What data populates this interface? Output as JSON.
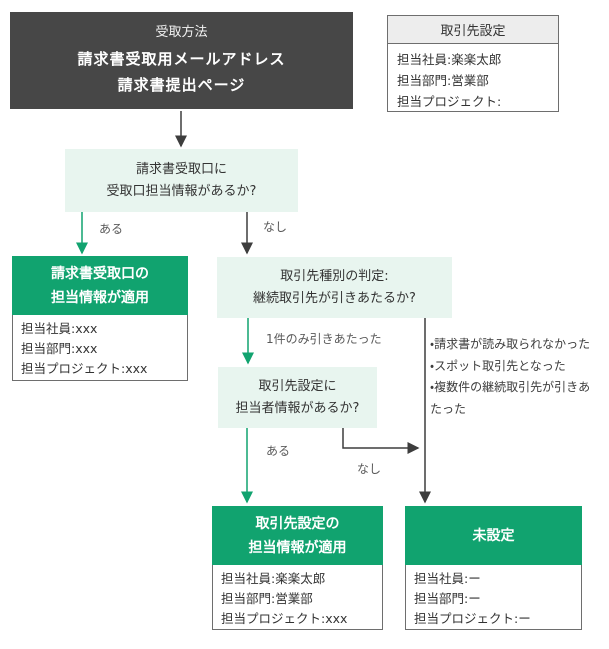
{
  "colors": {
    "green": "#11A36F",
    "mint": "#E8F5EF",
    "dark_box": "#474747",
    "gray_header": "#EDEDED",
    "line_dark": "#3D3D3D",
    "text": "#333333",
    "label": "#595959",
    "border": "#6E6E6E"
  },
  "start": {
    "subtitle": "受取方法",
    "title_line1": "請求書受取用メールアドレス",
    "title_line2": "請求書提出ページ"
  },
  "partner_settings": {
    "title": "取引先設定",
    "rows": [
      "担当社員:楽楽太郎",
      "担当部門:営業部",
      "担当プロジェクト:"
    ]
  },
  "decisions": {
    "receipt_info": {
      "line1": "請求書受取口に",
      "line2": "受取口担当情報があるか?"
    },
    "partner_type": {
      "line1": "取引先種別の判定:",
      "line2": "継続取引先が引きあたるか?"
    },
    "partner_info": {
      "line1": "取引先設定に",
      "line2": "担当者情報があるか?"
    }
  },
  "edge_labels": {
    "has1": "ある",
    "none1": "なし",
    "single_match": "1件のみ引きあたった",
    "has2": "ある",
    "none2": "なし"
  },
  "notes": {
    "lines": [
      "・請求書が読み取られなかった",
      "・スポット取引先となった",
      "・複数件の継続取引先が引きあ",
      "たった"
    ]
  },
  "results": {
    "receipt_applied": {
      "title_line1": "請求書受取口の",
      "title_line2": "担当情報が適用",
      "rows": [
        "担当社員:xxx",
        "担当部門:xxx",
        "担当プロジェクト:xxx"
      ]
    },
    "partner_applied": {
      "title_line1": "取引先設定の",
      "title_line2": "担当情報が適用",
      "rows": [
        "担当社員:楽楽太郎",
        "担当部門:営業部",
        "担当プロジェクト:xxx"
      ]
    },
    "unset": {
      "title": "未設定",
      "rows": [
        "担当社員:ー",
        "担当部門:ー",
        "担当プロジェクト:ー"
      ]
    }
  }
}
